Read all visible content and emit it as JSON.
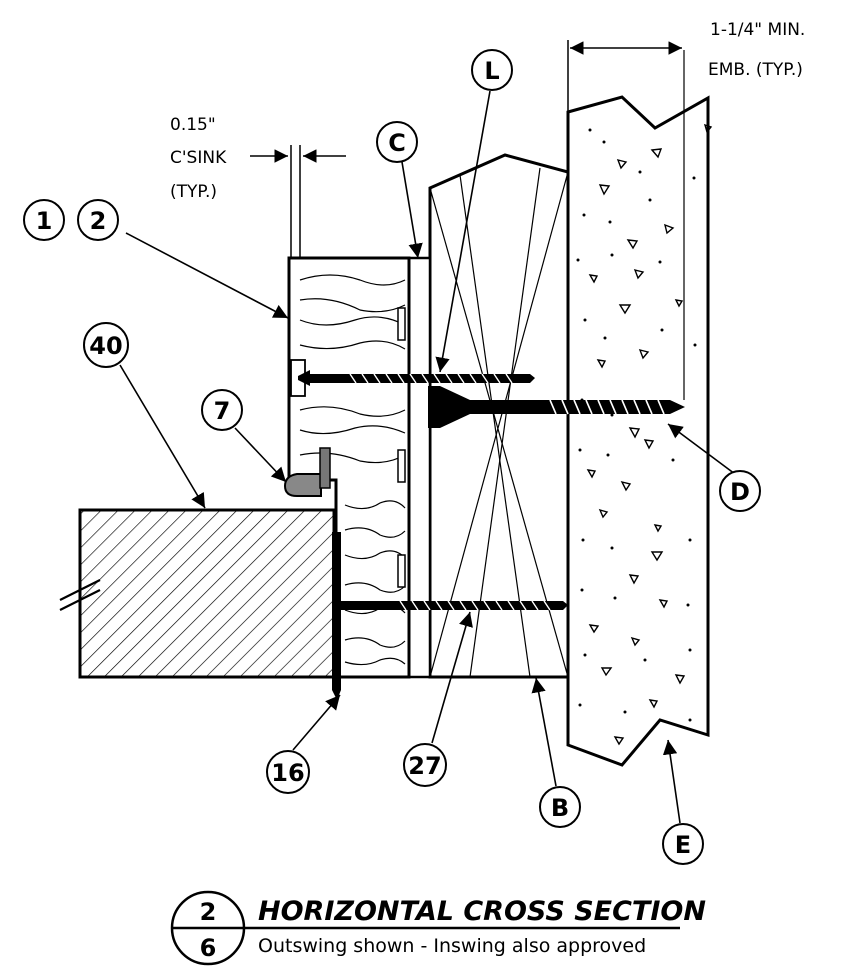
{
  "dimensions": {
    "embedment_line1": "1-1/4\" MIN.",
    "embedment_line2": "EMB. (TYP.)",
    "csink_line1": "0.15\"",
    "csink_line2": "C'SINK",
    "csink_line3": "(TYP.)"
  },
  "callouts": {
    "c1": "1",
    "c2": "2",
    "c40": "40",
    "c7": "7",
    "cC": "C",
    "cL": "L",
    "cD": "D",
    "c16": "16",
    "c27": "27",
    "cB": "B",
    "cE": "E"
  },
  "title_block": {
    "detail_number": "2",
    "sheet_number": "6",
    "title": "HORIZONTAL CROSS SECTION",
    "subtitle": "Outswing shown - Inswing also approved"
  }
}
